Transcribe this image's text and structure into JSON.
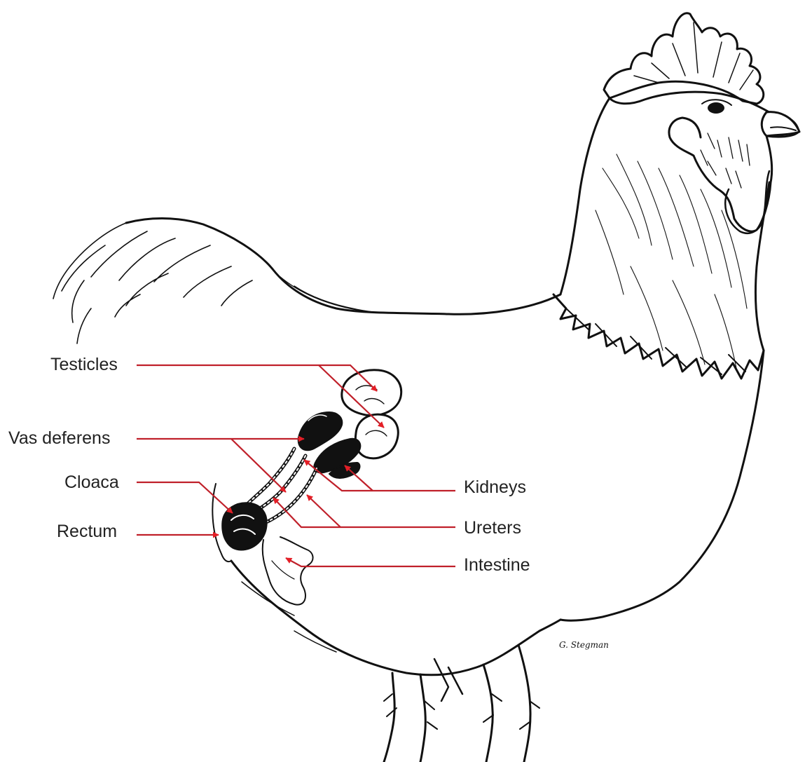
{
  "labels": {
    "testicles": "Testicles",
    "vas_deferens": "Vas deferens",
    "cloaca": "Cloaca",
    "rectum": "Rectum",
    "kidneys": "Kidneys",
    "ureters": "Ureters",
    "intestine": "Intestine"
  },
  "signature": "G. Stegman",
  "colors": {
    "leader_line": "#c0202a",
    "arrowhead": "#e41e26",
    "ink": "#111111"
  }
}
